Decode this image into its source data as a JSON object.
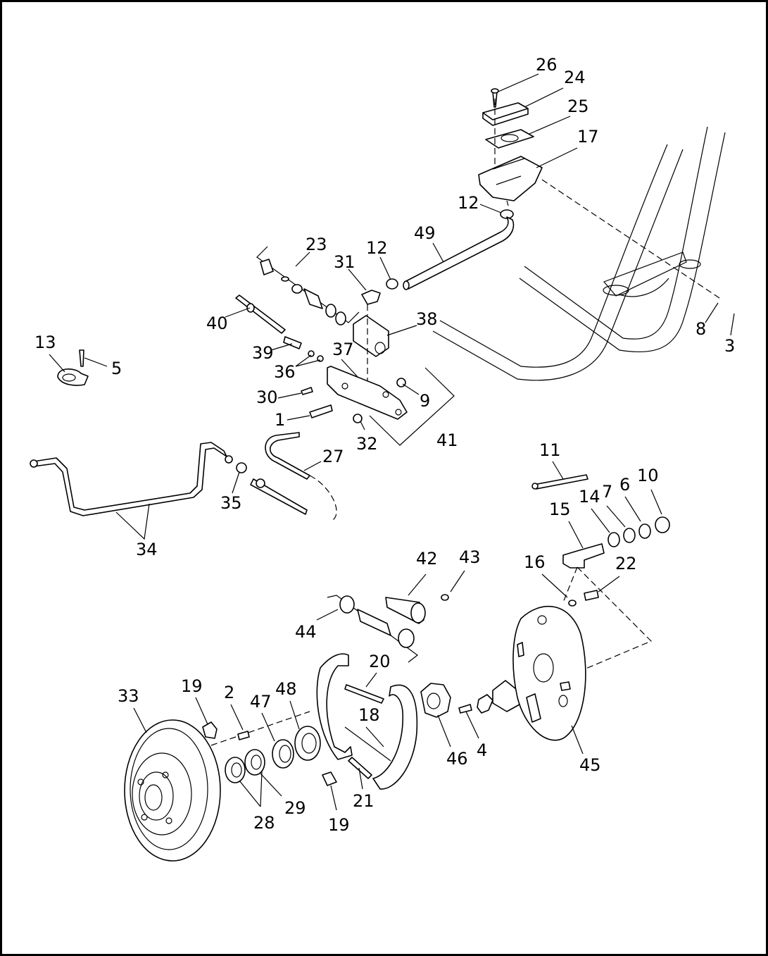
{
  "callouts": [
    {
      "id": "c26",
      "label": "26"
    },
    {
      "id": "c24",
      "label": "24"
    },
    {
      "id": "c25",
      "label": "25"
    },
    {
      "id": "c17",
      "label": "17"
    },
    {
      "id": "c12a",
      "label": "12"
    },
    {
      "id": "c49",
      "label": "49"
    },
    {
      "id": "c23",
      "label": "23"
    },
    {
      "id": "c12b",
      "label": "12"
    },
    {
      "id": "c31",
      "label": "31"
    },
    {
      "id": "c38",
      "label": "38"
    },
    {
      "id": "c40",
      "label": "40"
    },
    {
      "id": "c39",
      "label": "39"
    },
    {
      "id": "c37",
      "label": "37"
    },
    {
      "id": "c36",
      "label": "36"
    },
    {
      "id": "c30",
      "label": "30"
    },
    {
      "id": "c9",
      "label": "9"
    },
    {
      "id": "c1",
      "label": "1"
    },
    {
      "id": "c32",
      "label": "32"
    },
    {
      "id": "c41",
      "label": "41"
    },
    {
      "id": "c27",
      "label": "27"
    },
    {
      "id": "c13",
      "label": "13"
    },
    {
      "id": "c5",
      "label": "5"
    },
    {
      "id": "c8",
      "label": "8"
    },
    {
      "id": "c3",
      "label": "3"
    },
    {
      "id": "c35",
      "label": "35"
    },
    {
      "id": "c34",
      "label": "34"
    },
    {
      "id": "c11",
      "label": "11"
    },
    {
      "id": "c10",
      "label": "10"
    },
    {
      "id": "c6",
      "label": "6"
    },
    {
      "id": "c7",
      "label": "7"
    },
    {
      "id": "c14",
      "label": "14"
    },
    {
      "id": "c15",
      "label": "15"
    },
    {
      "id": "c42",
      "label": "42"
    },
    {
      "id": "c43",
      "label": "43"
    },
    {
      "id": "c16",
      "label": "16"
    },
    {
      "id": "c22",
      "label": "22"
    },
    {
      "id": "c44",
      "label": "44"
    },
    {
      "id": "c20",
      "label": "20"
    },
    {
      "id": "c33",
      "label": "33"
    },
    {
      "id": "c19a",
      "label": "19"
    },
    {
      "id": "c2",
      "label": "2"
    },
    {
      "id": "c47",
      "label": "47"
    },
    {
      "id": "c48",
      "label": "48"
    },
    {
      "id": "c18",
      "label": "18"
    },
    {
      "id": "c46",
      "label": "46"
    },
    {
      "id": "c4",
      "label": "4"
    },
    {
      "id": "c45",
      "label": "45"
    },
    {
      "id": "c21",
      "label": "21"
    },
    {
      "id": "c29",
      "label": "29"
    },
    {
      "id": "c28",
      "label": "28"
    },
    {
      "id": "c19b",
      "label": "19"
    }
  ]
}
